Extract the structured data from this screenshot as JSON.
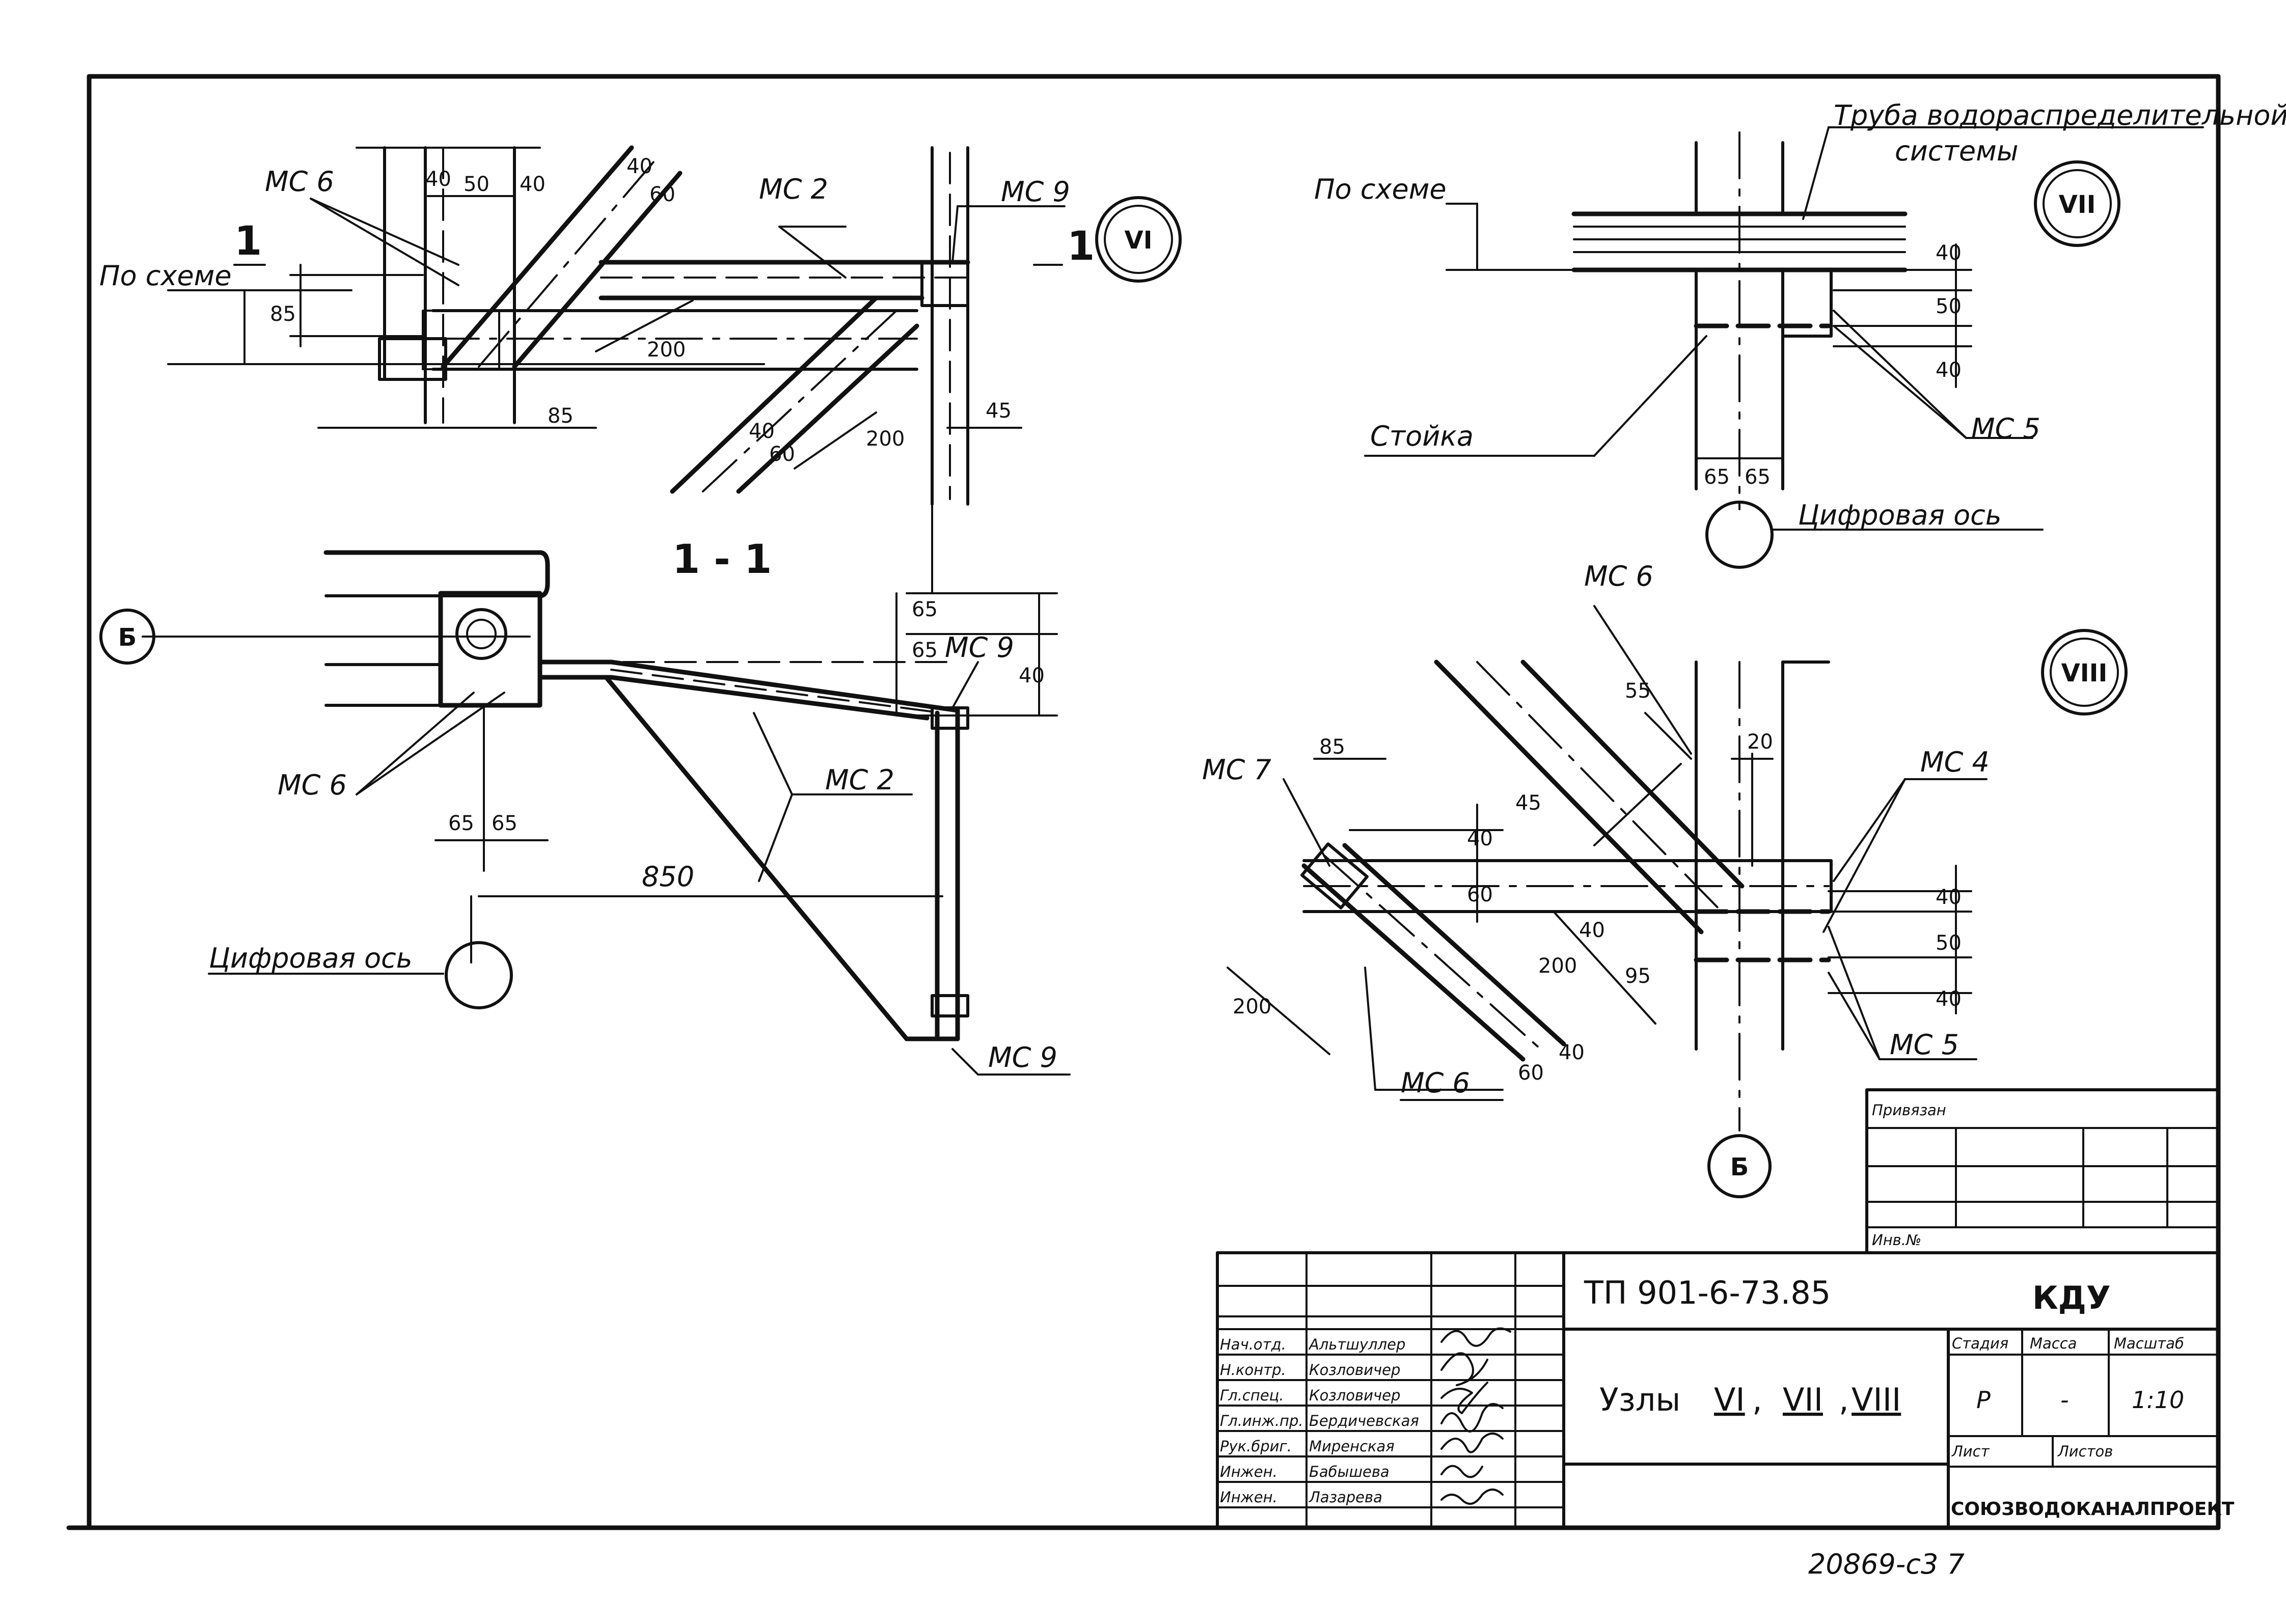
{
  "labels": {
    "mc6": "МС 6",
    "mc2": "МС 2",
    "mc9": "МС 9",
    "mc5": "МС 5",
    "mc7": "МС 7",
    "mc4": "МС 4",
    "po_skheme": "По схеме",
    "truba": "Труба водораспределительной",
    "truba2": "системы",
    "stoyka": "Стойка",
    "cifrovaya_os": "Цифровая ось",
    "section_mark": "1",
    "section_title": "1 - 1",
    "axis_b": "Б"
  },
  "nodes": {
    "vi": "VI",
    "vii": "VII",
    "viii": "VIII"
  },
  "dims": {
    "d40": "40",
    "d50": "50",
    "d60": "60",
    "d85": "85",
    "d200": "200",
    "d45": "45",
    "d65": "65",
    "d850": "850",
    "d55": "55",
    "d20": "20",
    "d95": "95"
  },
  "title_block": {
    "privyazan": "Привязан",
    "inv_no": "Инв.№",
    "doc_code": "ТП 901-6-73.85",
    "kdu": "КДУ",
    "title_prefix": "Узлы",
    "title_vi": "VI",
    "title_vii": "VII",
    "title_viii": "VIII",
    "comma": ",",
    "stadiya": "Стадия",
    "massa": "Масса",
    "masshtab": "Масштаб",
    "stage_value": "Р",
    "mass_value": "-",
    "scale_value": "1:10",
    "list": "Лист",
    "listov": "Листов",
    "org": "СОЮЗВОДОКАНАЛПРОЕКТ",
    "signers": [
      {
        "role": "Нач.отд.",
        "name": "Альтшуллер"
      },
      {
        "role": "Н.контр.",
        "name": "Козловичер"
      },
      {
        "role": "Гл.спец.",
        "name": "Козловичер"
      },
      {
        "role": "Гл.инж.пр.",
        "name": "Бердичевская"
      },
      {
        "role": "Рук.бриг.",
        "name": "Миренская"
      },
      {
        "role": "Инжен.",
        "name": "Бабышева"
      },
      {
        "role": "Инжен.",
        "name": "Лазарева"
      }
    ]
  },
  "footer_number": "20869-с3 7"
}
